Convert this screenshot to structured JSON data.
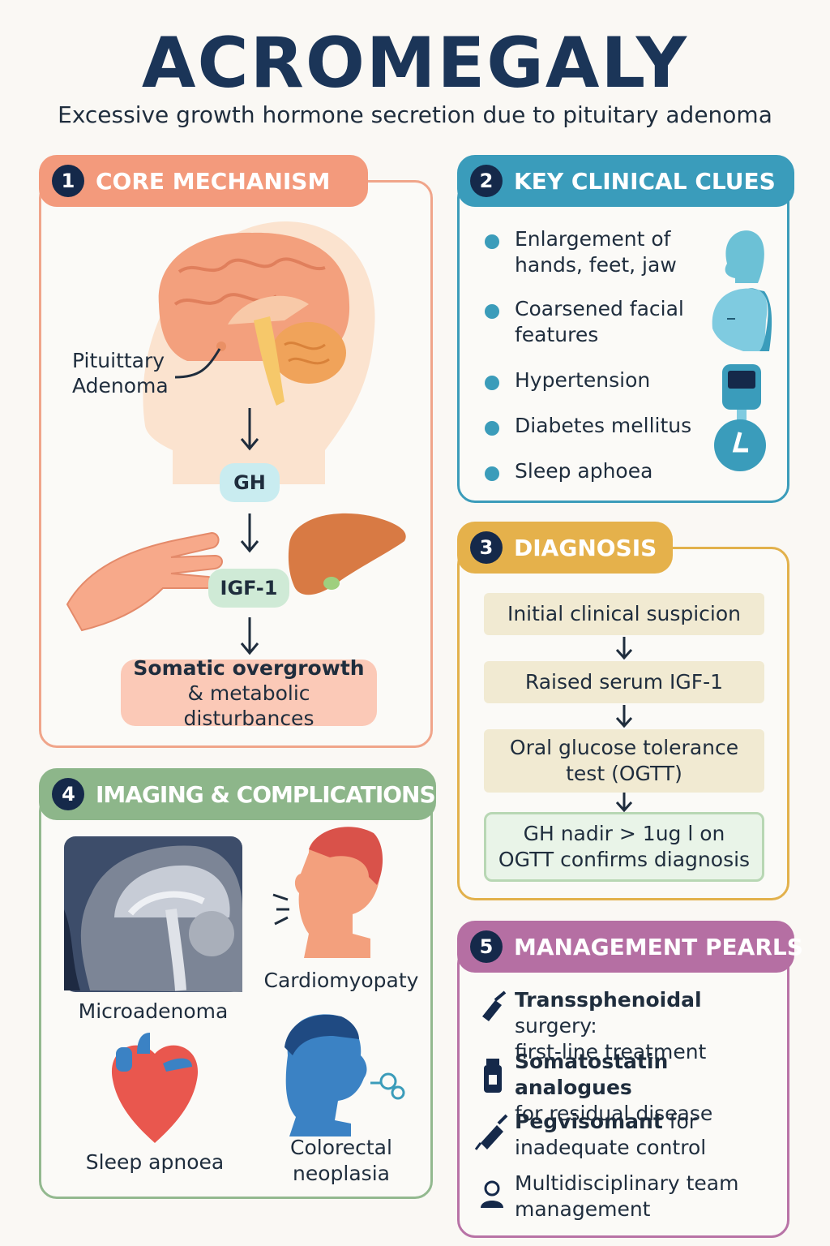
{
  "header": {
    "title": "ACROMEGALY",
    "subtitle": "Excessive growth hormone secretion due to pituitary adenoma"
  },
  "core": {
    "number": "1",
    "heading": "CORE MECHANISM",
    "adenoma_label_1": "Pituittary",
    "adenoma_label_2": "Adenoma",
    "gh": "GH",
    "igf1": "IGF-1",
    "outcome_1": "Somatic overgrowth",
    "outcome_2": "& metabolic disturbances"
  },
  "clues": {
    "number": "2",
    "heading": "KEY CLINICAL CLUES",
    "items": [
      {
        "line1": "Enlargement of",
        "line2": "hands, feet, jaw",
        "icon": "head-profile-icon"
      },
      {
        "line1": "Coarsened facial",
        "line2": "features",
        "icon": "face-icon"
      },
      {
        "line1": "Hypertension",
        "line2": "",
        "icon": "glucometer-icon"
      },
      {
        "line1": "Diabetes mellitus",
        "line2": "",
        "icon": "clock-icon"
      },
      {
        "line1": "Sleep aphoea",
        "line2": "",
        "icon": ""
      }
    ]
  },
  "diagnosis": {
    "number": "3",
    "heading": "DIAGNOSIS",
    "steps": [
      {
        "line1": "Initial clinical suspicion",
        "line2": ""
      },
      {
        "line1": "Raised serum IGF-1",
        "line2": ""
      },
      {
        "line1": "Oral glucose tolerance",
        "line2": "test (OGTT)"
      },
      {
        "line1": "GH nadir > 1ug l on",
        "line2": "OGTT confirms diagnosis"
      }
    ]
  },
  "imaging": {
    "number": "4",
    "heading": "IMAGING & COMPLICATIONS",
    "captions": {
      "microadenoma": "Microadenoma",
      "cardiomyopathy": "Cardiomyopaty",
      "sleep_apnoea": "Sleep apnoea",
      "colorectal_1": "Colorectal",
      "colorectal_2": "neoplasia"
    }
  },
  "management": {
    "number": "5",
    "heading": "MANAGEMENT PEARLS",
    "items": [
      {
        "bold": "Transsphenoidal",
        "rest": " surgery:",
        "line2": "first-line treatment",
        "icon": "scalpel-icon"
      },
      {
        "bold": "Somatostatin analogues",
        "rest": "",
        "line2": "for residual disease",
        "icon": "vial-icon"
      },
      {
        "bold": "Pegvisomant",
        "rest": " for",
        "line2": "inadequate control",
        "icon": "syringe-icon"
      },
      {
        "bold": "",
        "rest": "Multidisciplinary team",
        "line2": "management",
        "icon": "person-icon"
      }
    ]
  },
  "colors": {
    "title": "#1b3558",
    "core": "#f39a7c",
    "clues": "#3a9cbb",
    "diagnosis": "#e5b14b",
    "imaging": "#8db68a",
    "management": "#b56fa3"
  }
}
